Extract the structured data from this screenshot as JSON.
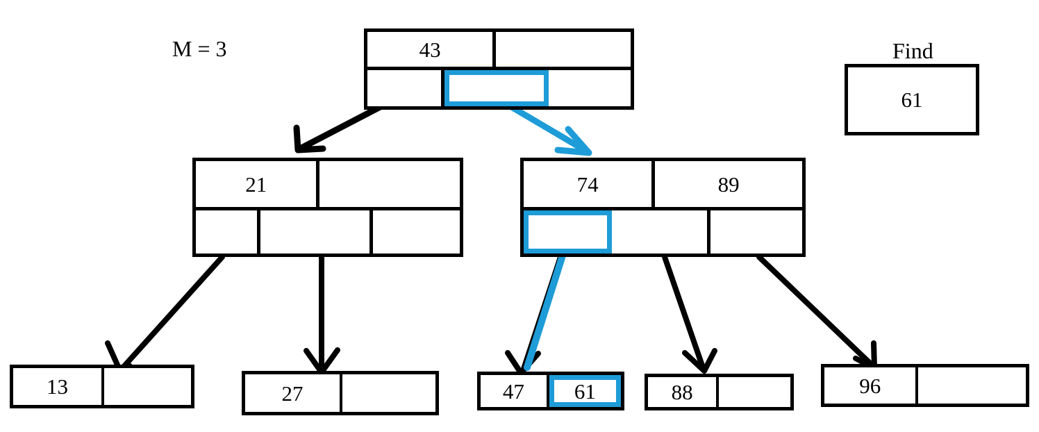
{
  "diagram": {
    "title_label": "M = 3",
    "find_label": "Find",
    "find_value": "61",
    "accent_color": "#1e9cd8",
    "line_color": "#000000",
    "background": "#ffffff"
  },
  "tree": {
    "root": {
      "keys": [
        "43",
        ""
      ],
      "pointers": [
        "",
        "",
        ""
      ],
      "highlighted_pointer_index": 1
    },
    "internal_left": {
      "keys": [
        "21",
        ""
      ],
      "pointers": [
        "",
        "",
        ""
      ],
      "highlighted_pointer_index": null
    },
    "internal_right": {
      "keys": [
        "74",
        "89"
      ],
      "pointers": [
        "",
        "",
        ""
      ],
      "highlighted_pointer_index": 0
    },
    "leaves": [
      {
        "name": "leaf-13",
        "values": [
          "13",
          ""
        ],
        "highlighted_index": null
      },
      {
        "name": "leaf-27",
        "values": [
          "27",
          ""
        ],
        "highlighted_index": null
      },
      {
        "name": "leaf-47-61",
        "values": [
          "47",
          "61"
        ],
        "highlighted_index": 1
      },
      {
        "name": "leaf-88",
        "values": [
          "88",
          ""
        ],
        "highlighted_index": null
      },
      {
        "name": "leaf-96",
        "values": [
          "96",
          ""
        ],
        "highlighted_index": null
      }
    ]
  },
  "search_path": {
    "target": "61",
    "steps": [
      "root",
      "internal_right",
      "leaf-47-61"
    ]
  }
}
